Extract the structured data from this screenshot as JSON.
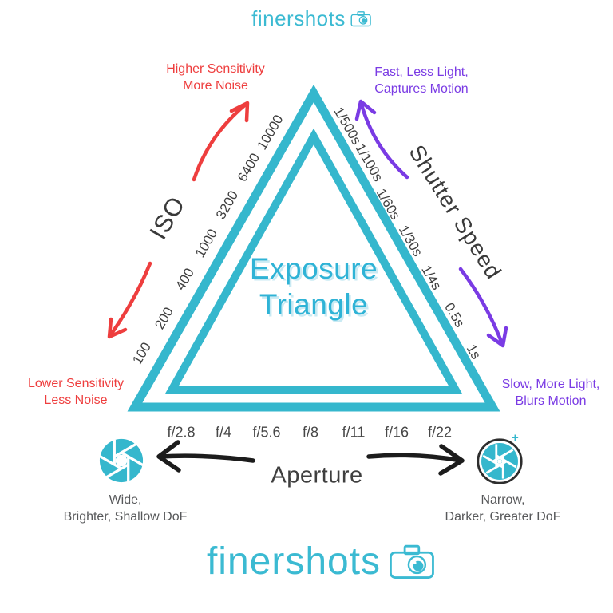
{
  "brand": {
    "top_logo": "finershots",
    "bottom_logo": "finershots",
    "accent_color": "#35b7cd"
  },
  "title": {
    "line1": "Exposure",
    "line2": "Triangle"
  },
  "iso": {
    "label": "ISO",
    "color": "#ee3e3e",
    "values": [
      "100",
      "200",
      "400",
      "1000",
      "3200",
      "6400",
      "10000"
    ],
    "up_note_line1": "Higher Sensitivity",
    "up_note_line2": "More Noise",
    "down_note_line1": "Lower Sensitivity",
    "down_note_line2": "Less Noise"
  },
  "shutter": {
    "label": "Shutter Speed",
    "color": "#7a3be4",
    "values": [
      "1/500s",
      "1/100s",
      "1/60s",
      "1/30s",
      "1/4s",
      "0.5s",
      "1s"
    ],
    "up_note_line1": "Fast, Less Light,",
    "up_note_line2": "Captures Motion",
    "down_note_line1": "Slow, More Light,",
    "down_note_line2": "Blurs Motion"
  },
  "aperture": {
    "label": "Aperture",
    "values": [
      "f/2.8",
      "f/4",
      "f/5.6",
      "f/8",
      "f/11",
      "f/16",
      "f/22"
    ],
    "left_note_line1": "Wide,",
    "left_note_line2": "Brighter, Shallow DoF",
    "right_note_line1": "Narrow,",
    "right_note_line2": "Darker, Greater DoF",
    "sparkle": "+"
  }
}
